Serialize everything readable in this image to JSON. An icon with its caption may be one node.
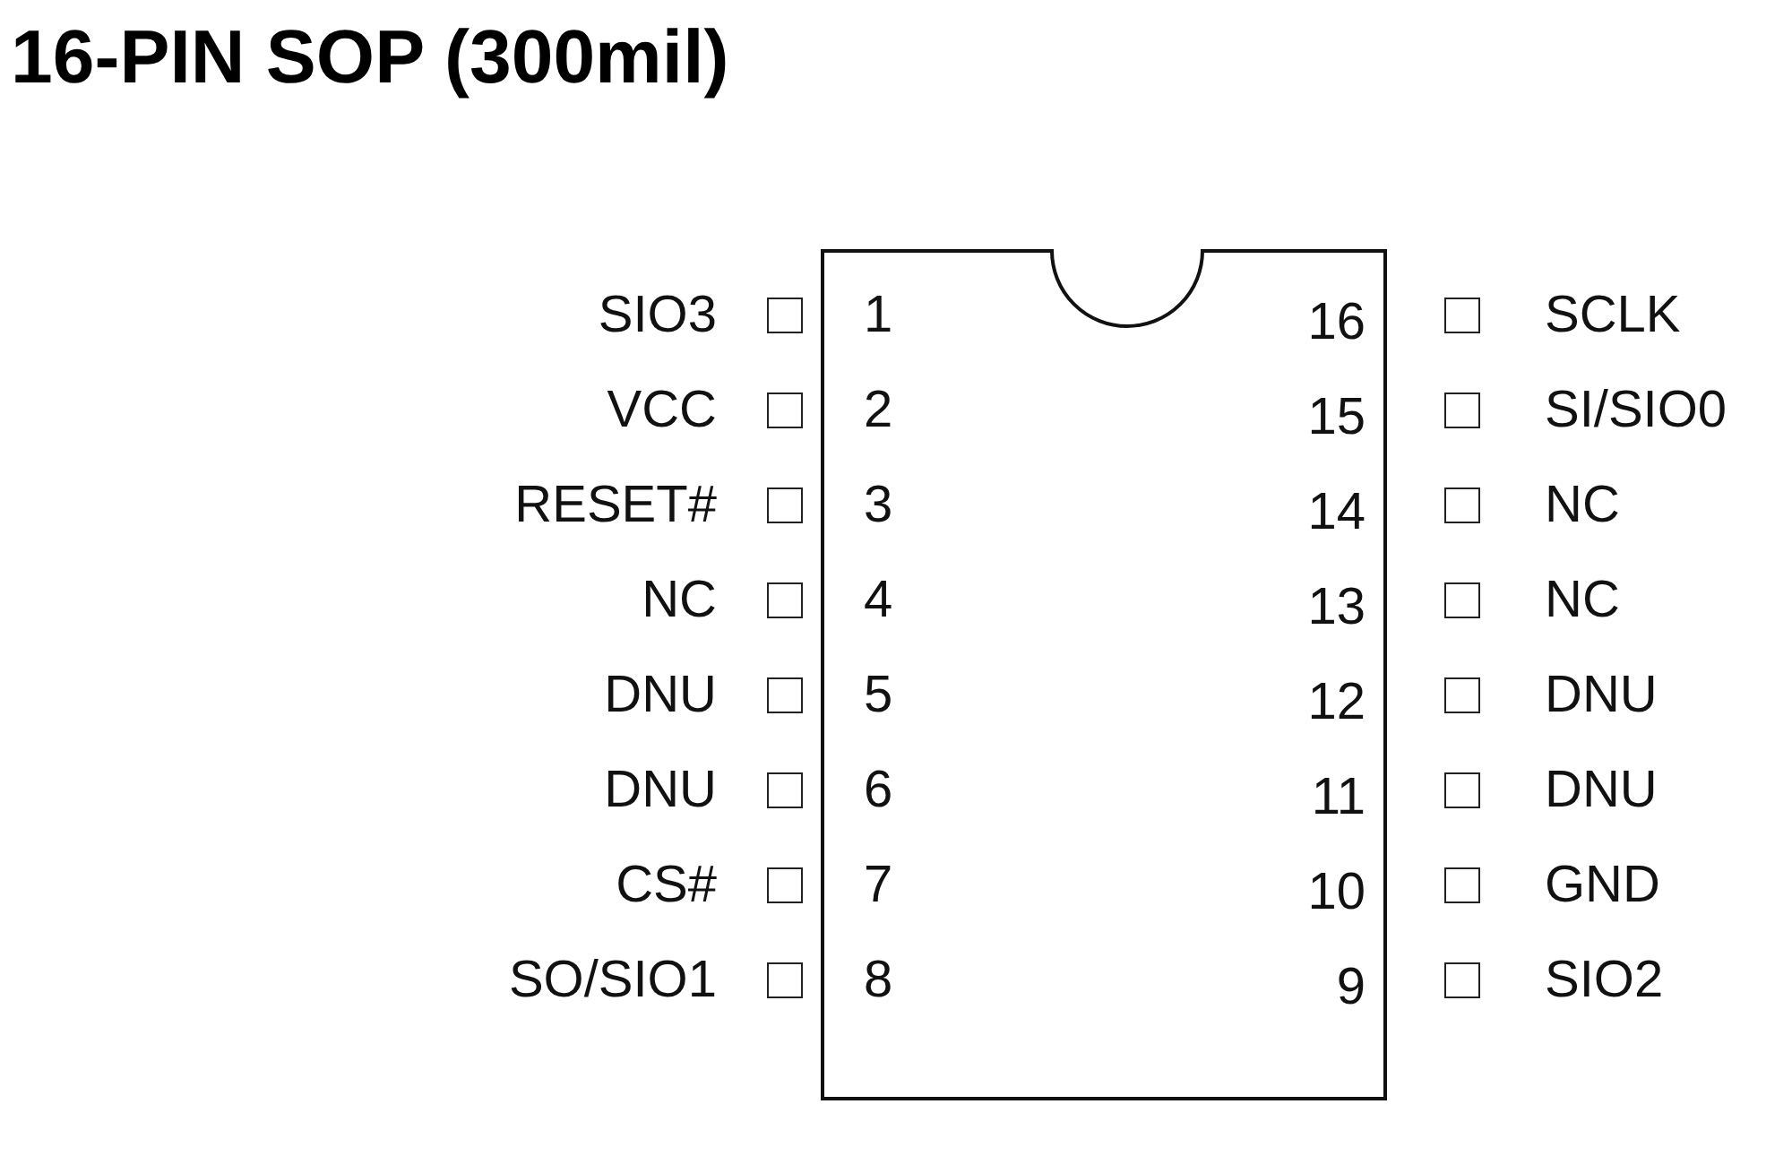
{
  "diagram": {
    "title": "16-PIN SOP (300mil)",
    "labels": [
      "SIO3",
      "1",
      "16",
      "SCLK",
      "VCC",
      "2",
      "15",
      "SI/SIO0",
      "RESET#",
      "3",
      "14",
      "NC",
      "NC",
      "4",
      "13",
      "NC",
      "DNU",
      "5",
      "12",
      "DNU",
      "DNU",
      "6",
      "11",
      "DNU",
      "CS#",
      "7",
      "10",
      "GND",
      "SO/SIO1",
      "8",
      "9",
      "SIO2"
    ]
  }
}
